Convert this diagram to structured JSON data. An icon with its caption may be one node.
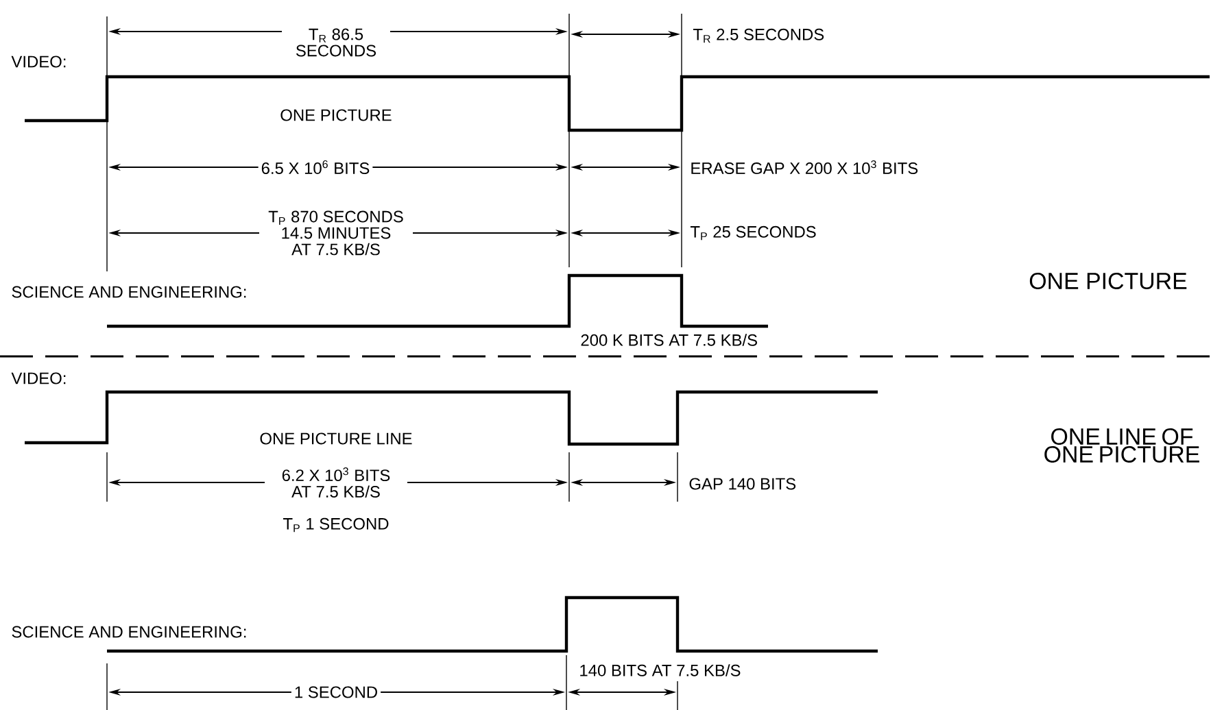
{
  "diagram": {
    "labels": [
      "T$_{R}$ 86.5 SECONDS",
      "T$_{R}$ 2.5 SECONDS",
      "VIDEO:",
      "ONE PICTURE",
      "6.5 X 10$^{6}$ BITS",
      "ERASE GAP X 200 X 10$^{3}$ BITS",
      "T$_{P}$ 870 SECONDS 14.5 MINUTES AT 7.5 KB/S",
      "T$_{P}$ 25 SECONDS",
      "SCIENCE AND ENGINEERING:",
      "ONE PICTURE",
      "200 K BITS AT 7.5 KB/S",
      "VIDEO:",
      "ONE LINE OF ONE PICTURE",
      "ONE PICTURE LINE",
      "6.2 X 10$^{3}$ BITS AT 7.5 KB/S",
      "T$_{P}$ 1 SECOND",
      "GAP 140 BITS",
      "SCIENCE AND ENGINEERING:",
      "1 SECOND",
      "140 BITS AT 7.5 KB/S"
    ]
  }
}
